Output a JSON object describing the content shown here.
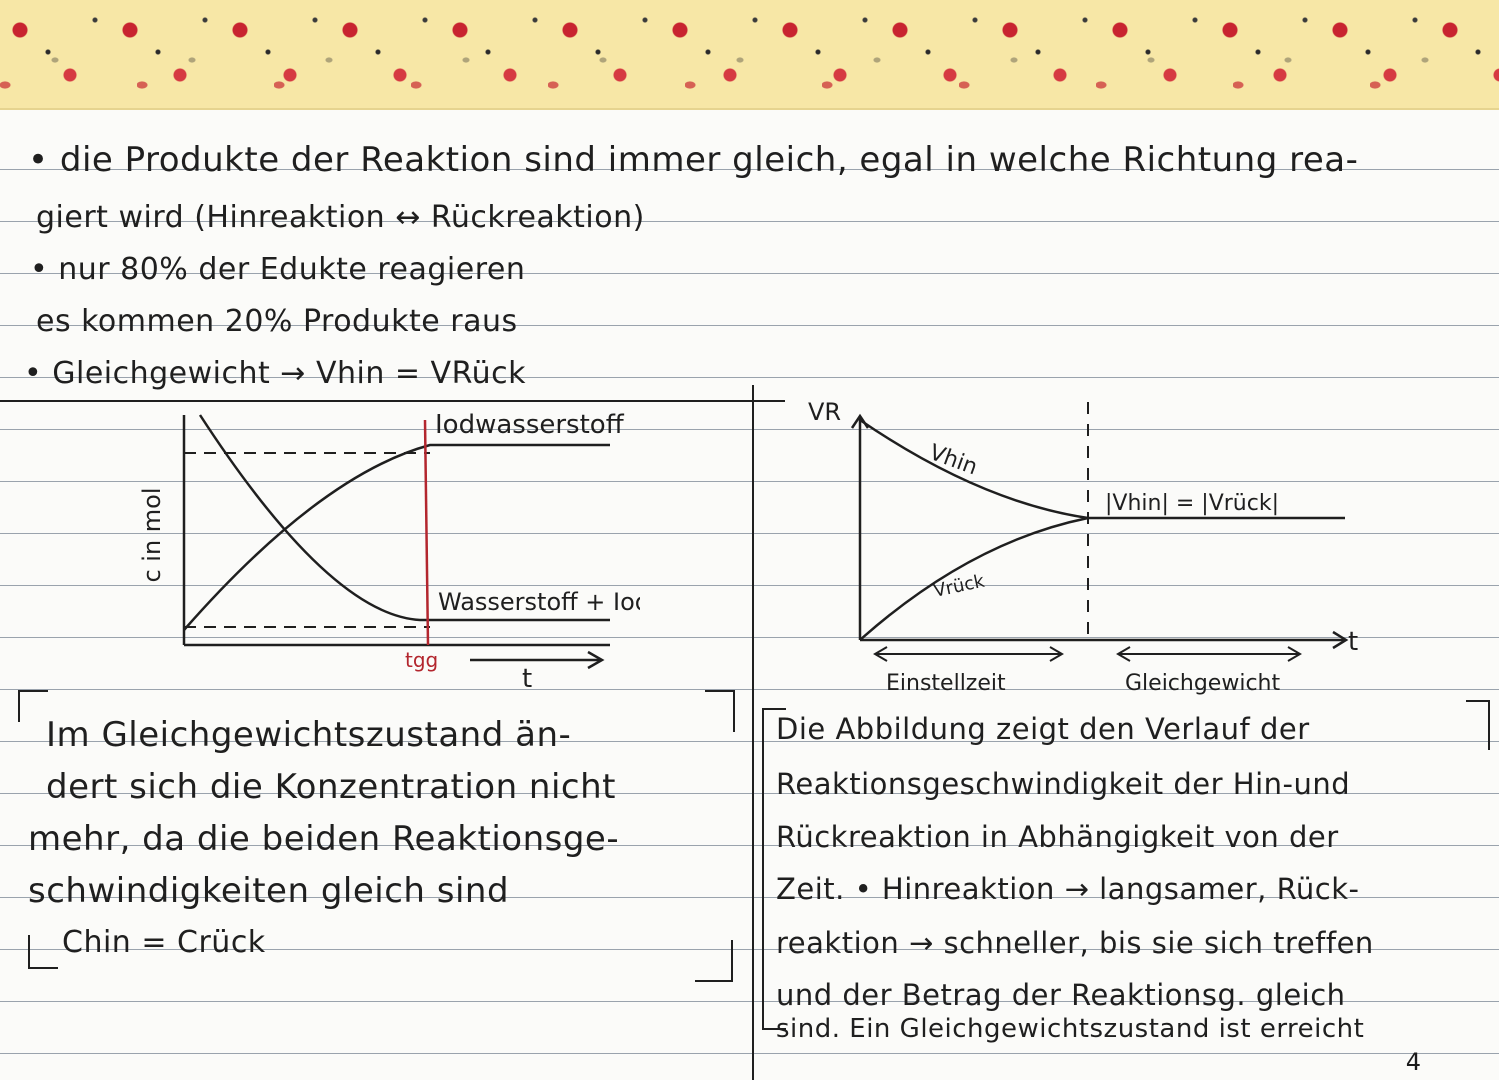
{
  "notes": {
    "line1": "• die Produkte der Reaktion sind immer gleich, egal in welche Richtung rea-",
    "line2": "giert wird (Hinreaktion ↔ Rückreaktion)",
    "line3": "• nur 80% der Edukte reagieren",
    "line4": "es kommen 20% Produkte raus",
    "line5": "• Gleichgewicht → Vhin = VRück"
  },
  "left_chart": {
    "ylabel": "c in mol",
    "upper_curve_label": "Iodwasserstoff",
    "lower_curve_label": "Wasserstoff + Iod",
    "t_gg_label": "tgg",
    "xlabel": "t"
  },
  "right_chart": {
    "ylabel": "VR",
    "v_hin_label": "Vhin",
    "v_rueck_label": "Vrück",
    "equal_label": "|Vhin| = |Vrück|",
    "xlabel": "t",
    "phase1_label": "Einstellzeit",
    "phase2_label": "Gleichgewicht"
  },
  "left_box": {
    "l1": "Im Gleichgewichtszustand än-",
    "l2": "dert sich die Konzentration nicht",
    "l3": "mehr, da die beiden Reaktionsge-",
    "l4": "schwindigkeiten gleich sind",
    "l5": "Chin = Crück"
  },
  "right_box": {
    "l1": "Die Abbildung zeigt den Verlauf der",
    "l2": "Reaktionsgeschwindigkeit der Hin-und",
    "l3": "Rückreaktion in Abhängigkeit von der",
    "l4": "Zeit. • Hinreaktion → langsamer, Rück-",
    "l5": "reaktion → schneller, bis sie sich treffen",
    "l6": "und der Betrag der Reaktionsg. gleich",
    "l7": "sind. Ein Gleichgewichtszustand ist erreicht"
  },
  "page_number": "4",
  "colors": {
    "ink": "#1f1f1f",
    "red_line": "#b3262e",
    "tape": "#f7e7a6"
  }
}
